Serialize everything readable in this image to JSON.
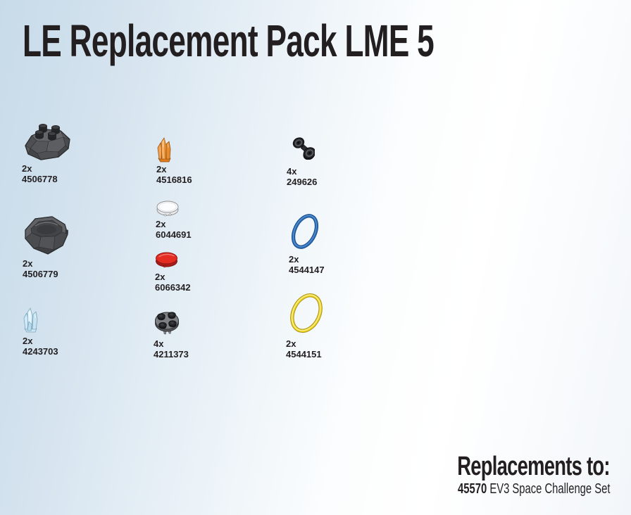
{
  "title": "LE Replacement Pack LME 5",
  "parts": [
    {
      "qty": "2x",
      "number": "4506778",
      "icon": "rock-top-dark-gray"
    },
    {
      "qty": "2x",
      "number": "4506779",
      "icon": "rock-bottom-dark-gray"
    },
    {
      "qty": "2x",
      "number": "4243703",
      "icon": "crystal-trans-light-blue"
    },
    {
      "qty": "2x",
      "number": "4516816",
      "icon": "crystal-orange"
    },
    {
      "qty": "2x",
      "number": "6044691",
      "icon": "round-tile-white"
    },
    {
      "qty": "2x",
      "number": "6066342",
      "icon": "round-tile-red"
    },
    {
      "qty": "4x",
      "number": "4211373",
      "icon": "round-plate-with-wheel-pin-black"
    },
    {
      "qty": "4x",
      "number": "249626",
      "icon": "wheel-axle-assembly-black"
    },
    {
      "qty": "2x",
      "number": "4544147",
      "icon": "rubber-band-blue"
    },
    {
      "qty": "2x",
      "number": "4544151",
      "icon": "rubber-band-yellow"
    }
  ],
  "footer": {
    "heading": "Replacements to:",
    "set_number": "45570",
    "set_name": "EV3 Space Challenge Set"
  },
  "colors": {
    "background_left": "#c7dbe9",
    "background_right": "#f2f6fa",
    "text": "#231f20",
    "rock_gray": "#57585a",
    "crystal_blue": "#d9edf8",
    "crystal_orange": "#f2a355",
    "tile_red": "#e32b22",
    "band_blue": "#2e73bf",
    "band_yellow": "#f1d722"
  }
}
